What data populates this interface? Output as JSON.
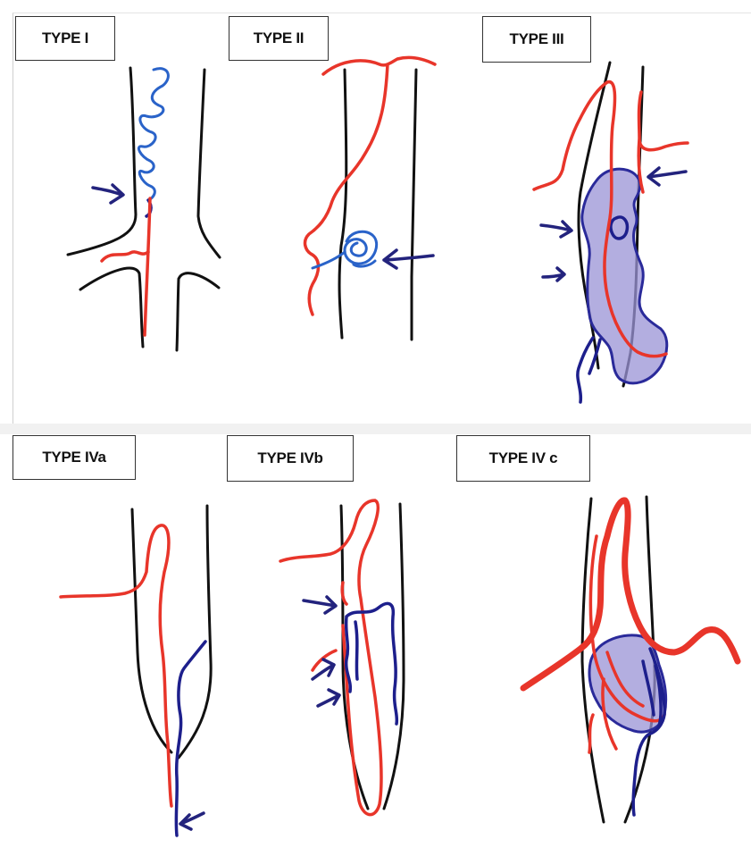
{
  "panels": {
    "type1": {
      "label": "TYPE I"
    },
    "type2": {
      "label": "TYPE II"
    },
    "type3": {
      "label": "TYPE III"
    },
    "type4a": {
      "label": "TYPE IVa"
    },
    "type4b": {
      "label": "TYPE IVb"
    },
    "type4c": {
      "label": "TYPE IV c"
    }
  },
  "colors": {
    "vessel": "#111111",
    "artery_red": "#e8352a",
    "vein_dark_blue": "#1d1f8c",
    "vein_light_blue": "#2a63c9",
    "sac_fill": "#9a93d6",
    "arrow": "#23237d"
  }
}
